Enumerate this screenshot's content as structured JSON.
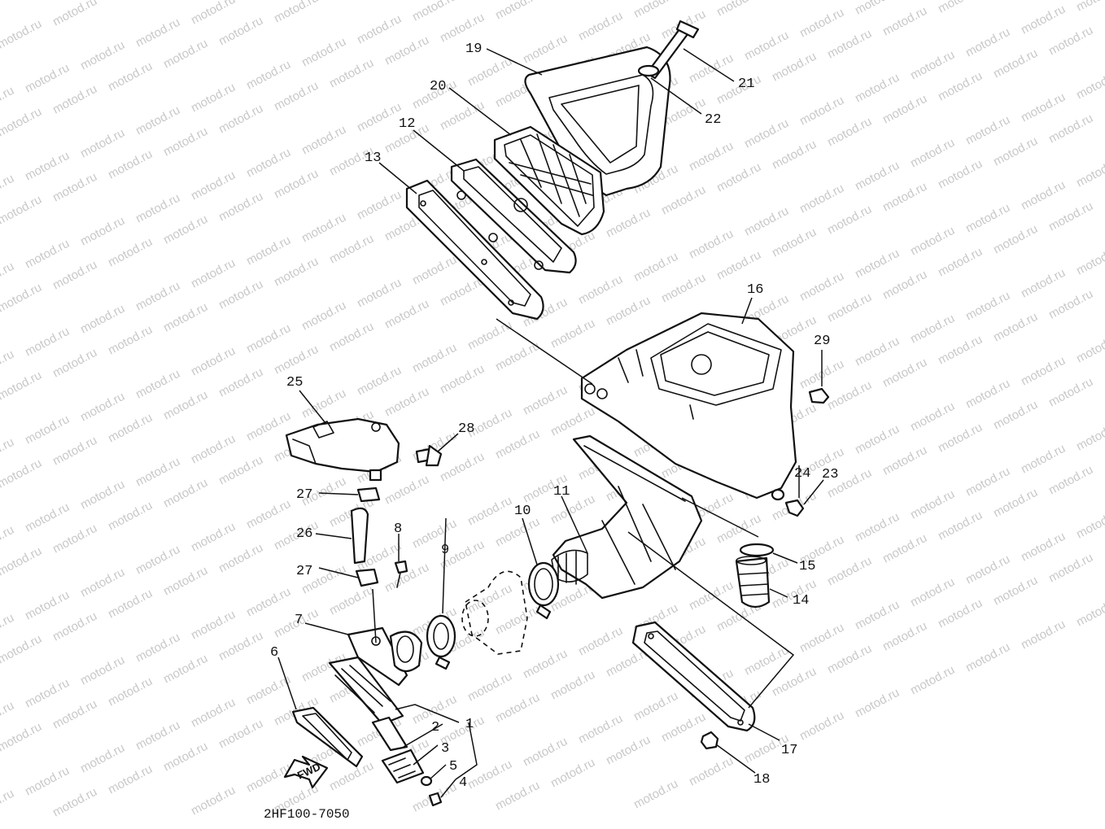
{
  "watermark": "motod.ru",
  "diagram_code": "2HF100-7050",
  "fwd_label": "FWD",
  "callouts": {
    "c1": "1",
    "c2": "2",
    "c3": "3",
    "c4": "4",
    "c5": "5",
    "c6": "6",
    "c7": "7",
    "c8": "8",
    "c9": "9",
    "c10": "10",
    "c11": "11",
    "c12": "12",
    "c13": "13",
    "c14": "14",
    "c15": "15",
    "c16": "16",
    "c17": "17",
    "c18": "18",
    "c19": "19",
    "c20": "20",
    "c21": "21",
    "c22": "22",
    "c23": "23",
    "c24": "24",
    "c25": "25",
    "c26": "26",
    "c27a": "27",
    "c27b": "27",
    "c28": "28",
    "c29": "29"
  },
  "colors": {
    "line": "#111111",
    "watermark": "#c8c8c8",
    "background": "#ffffff"
  }
}
